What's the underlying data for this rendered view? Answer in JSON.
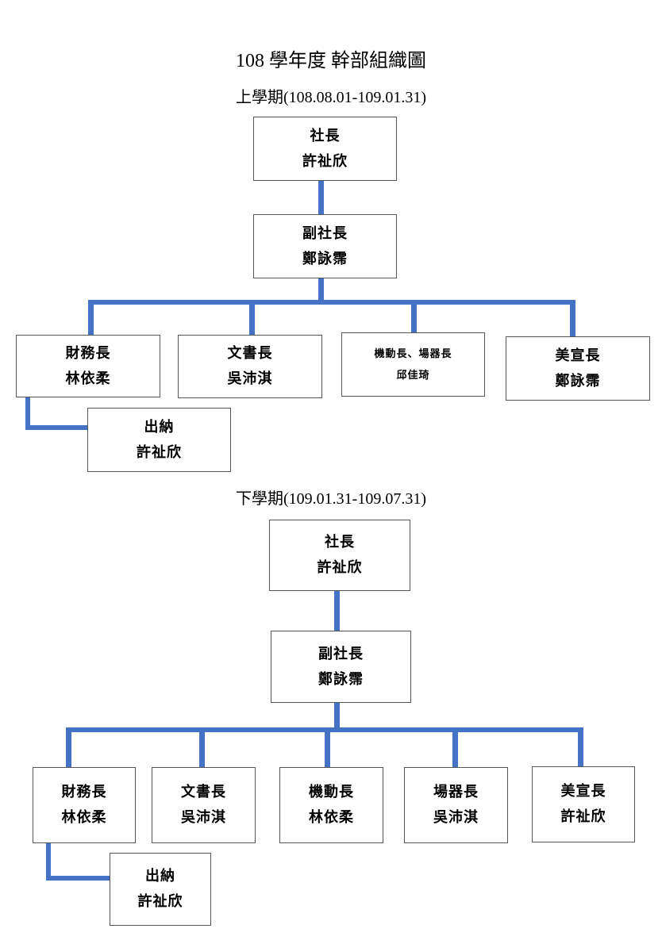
{
  "title": "108 學年度  幹部組織圖",
  "semesters": [
    {
      "label": "上學期(108.08.01-109.01.31)",
      "president": {
        "role": "社長",
        "name": "許祉欣"
      },
      "vice_president": {
        "role": "副社長",
        "name": "鄭詠霈"
      },
      "officers": [
        {
          "role": "財務長",
          "name": "林依柔"
        },
        {
          "role": "文書長",
          "name": "吳沛淇"
        },
        {
          "role": "機動長、場器長",
          "name": "邱佳琦"
        },
        {
          "role": "美宣長",
          "name": "鄭詠霈"
        }
      ],
      "cashier": {
        "role": "出納",
        "name": "許祉欣"
      }
    },
    {
      "label": "下學期(109.01.31-109.07.31)",
      "president": {
        "role": "社長",
        "name": "許祉欣"
      },
      "vice_president": {
        "role": "副社長",
        "name": "鄭詠霈"
      },
      "officers": [
        {
          "role": "財務長",
          "name": "林依柔"
        },
        {
          "role": "文書長",
          "name": "吳沛淇"
        },
        {
          "role": "機動長",
          "name": "林依柔"
        },
        {
          "role": "場器長",
          "name": "吳沛淇"
        },
        {
          "role": "美宣長",
          "name": "許祉欣"
        }
      ],
      "cashier": {
        "role": "出納",
        "name": "許祉欣"
      }
    }
  ]
}
